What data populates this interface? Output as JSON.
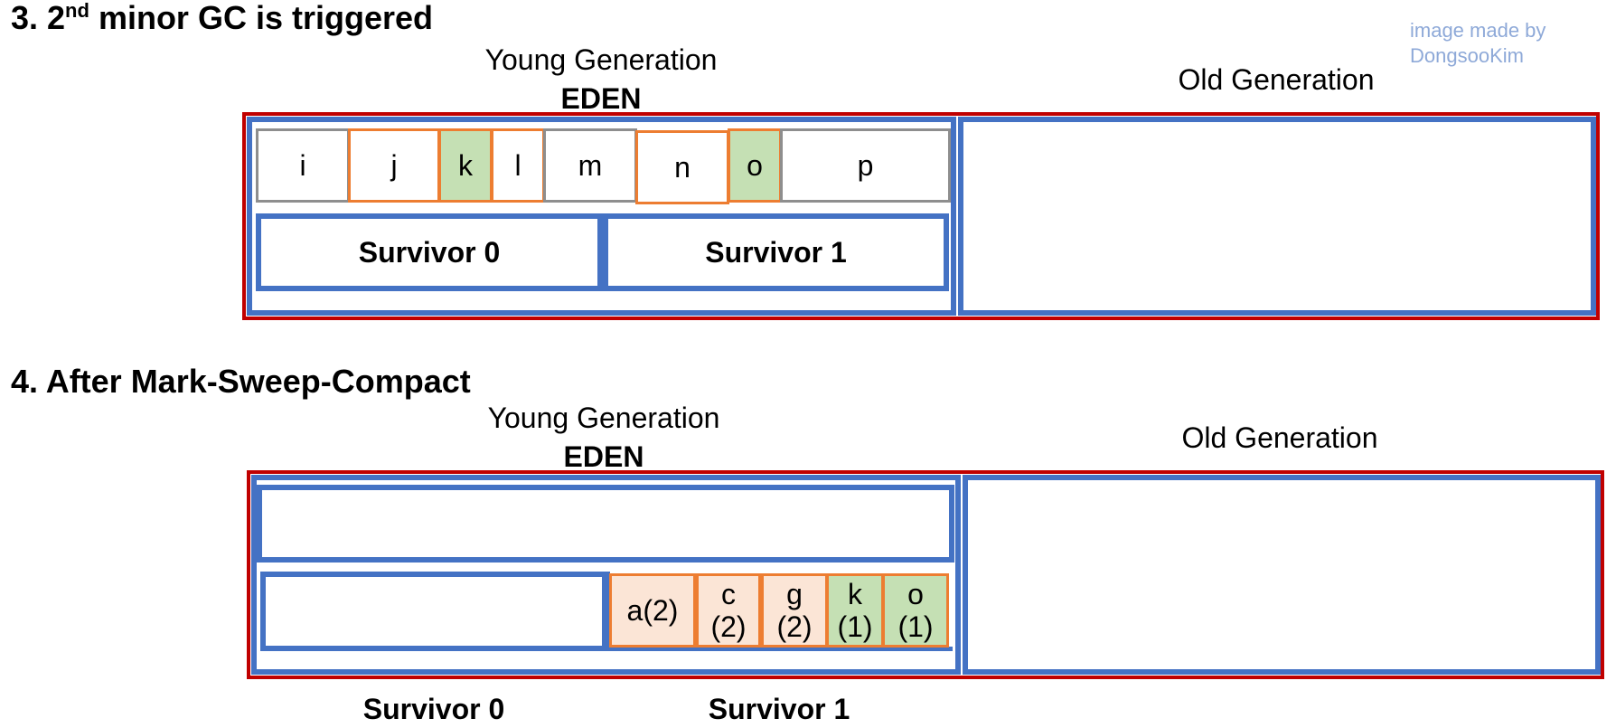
{
  "credit": {
    "line1": "image made by",
    "line2": "DongsooKim"
  },
  "step3": {
    "heading_prefix": "3. 2",
    "heading_sup": "nd",
    "heading_suffix": " minor GC is triggered",
    "young_label": "Young Generation",
    "eden_label": "EDEN",
    "old_label": "Old Generation",
    "survivor0_label": "Survivor 0",
    "survivor1_label": "Survivor 1",
    "eden_objects": [
      {
        "name": "i",
        "live": false
      },
      {
        "name": "j",
        "live": false
      },
      {
        "name": "k",
        "live": true
      },
      {
        "name": "l",
        "live": false
      },
      {
        "name": "m",
        "live": false
      },
      {
        "name": "n",
        "live": false
      },
      {
        "name": "o",
        "live": true
      },
      {
        "name": "p",
        "live": false
      }
    ]
  },
  "step4": {
    "heading": "4. After Mark-Sweep-Compact",
    "young_label": "Young Generation",
    "eden_label": "EDEN",
    "old_label": "Old Generation",
    "survivor0_label": "Survivor 0",
    "survivor1_label": "Survivor 1",
    "survivor1_objects": [
      {
        "name": "a(2)",
        "top": "a(2)",
        "bottom": ""
      },
      {
        "name": "c (2)",
        "top": "c",
        "bottom": "(2)"
      },
      {
        "name": "g (2)",
        "top": "g",
        "bottom": "(2)"
      },
      {
        "name": "k (1)",
        "top": "k",
        "bottom": "(1)"
      },
      {
        "name": "o (1)",
        "top": "o",
        "bottom": "(1)"
      }
    ]
  },
  "colors": {
    "heap_border": "#c00000",
    "region_border": "#4472c4",
    "object_border": "#ed7d31",
    "live_fill": "#c5e0b4",
    "aged_fill": "#fbe5d6",
    "credit_text": "#8ea9d8"
  }
}
